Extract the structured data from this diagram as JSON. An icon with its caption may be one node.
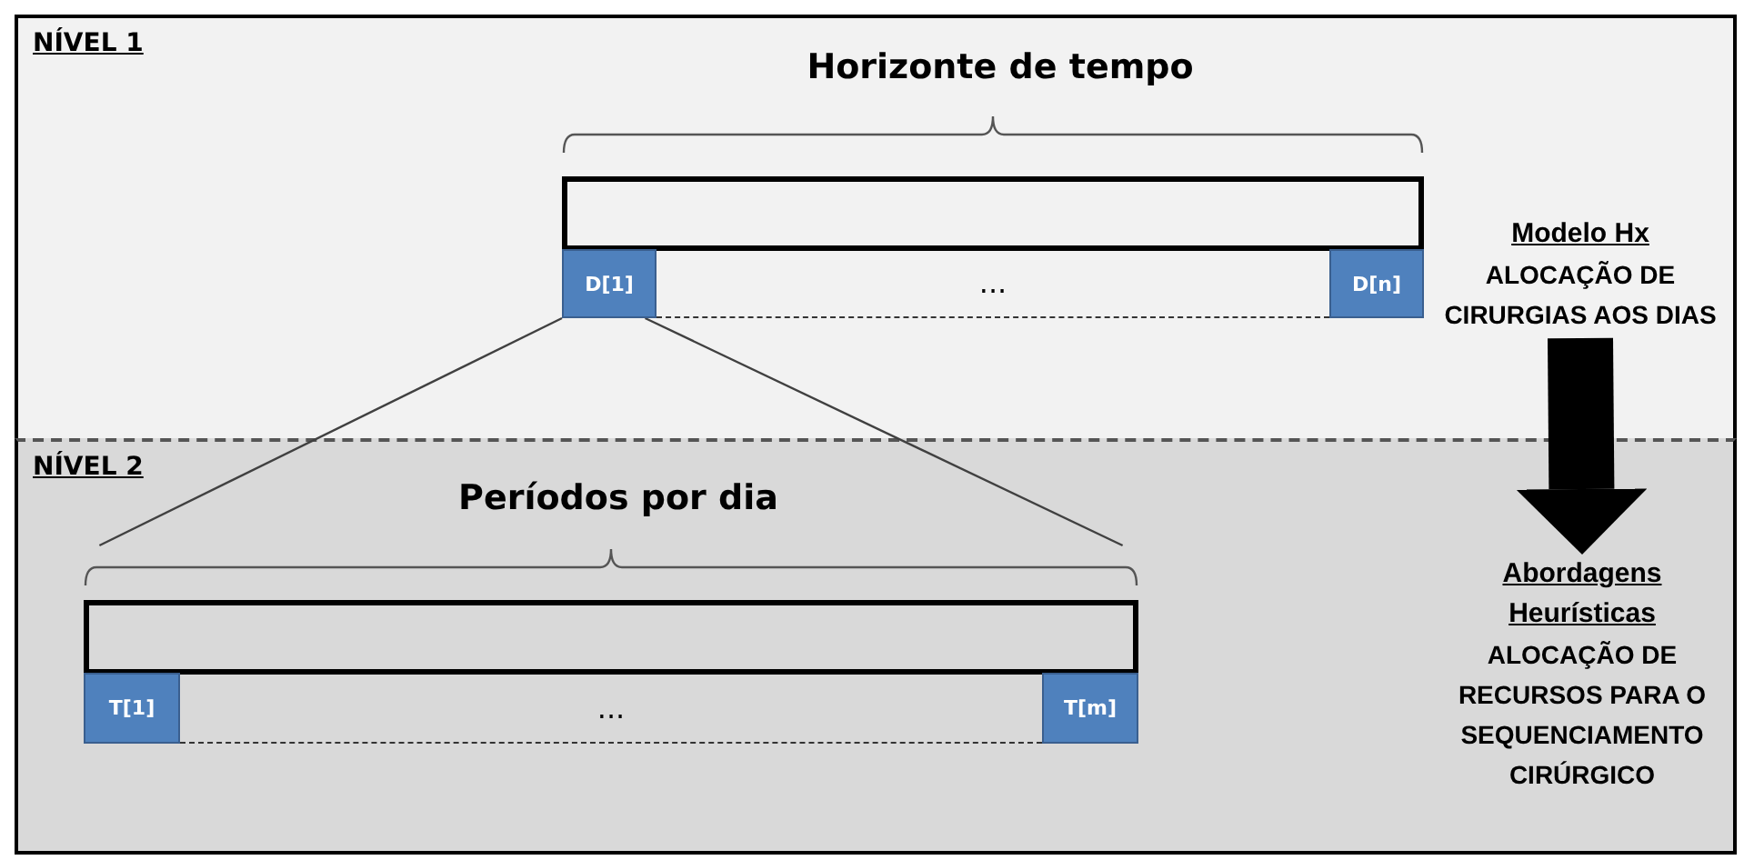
{
  "diagram": {
    "nodes": [
      {
        "text": [
          "NÍVEL 1"
        ]
      },
      {
        "text": [],
        "shape": "box",
        "in": 0
      },
      {
        "text": [
          "D[1]"
        ],
        "in": 0
      },
      {
        "text": [
          "..."
        ],
        "in": 0
      },
      {
        "text": [
          "D[n]"
        ],
        "in": 0
      },
      {
        "text": [
          "Modelo Hx",
          "ALOCAÇÃO DE CIRURGIAS AOS DIAS"
        ],
        "in": 0
      },
      {
        "text": [
          "NÍVEL 2"
        ]
      },
      {
        "text": [],
        "shape": "box",
        "in": 6
      },
      {
        "text": [
          "T[1]"
        ],
        "in": 6
      },
      {
        "text": [
          "..."
        ],
        "in": 6
      },
      {
        "text": [
          "T[m]"
        ],
        "in": 6
      },
      {
        "text": [
          "Abordagens Heurísticas",
          "ALOCAÇÃO DE RECURSOS PARA O SEQUENCIAMENTO CIRÚRGICO"
        ],
        "in": 6
      }
    ],
    "edges": [
      {
        "from": 2,
        "to": 7,
        "arrow": "none"
      },
      {
        "from": 2,
        "to": 7,
        "arrow": "none"
      },
      {
        "from": 5,
        "to": 11,
        "arrow": "to",
        "style": "thick",
        "color": "#000000"
      }
    ],
    "labels": [
      "Horizonte de tempo",
      "Períodos por dia"
    ]
  }
}
